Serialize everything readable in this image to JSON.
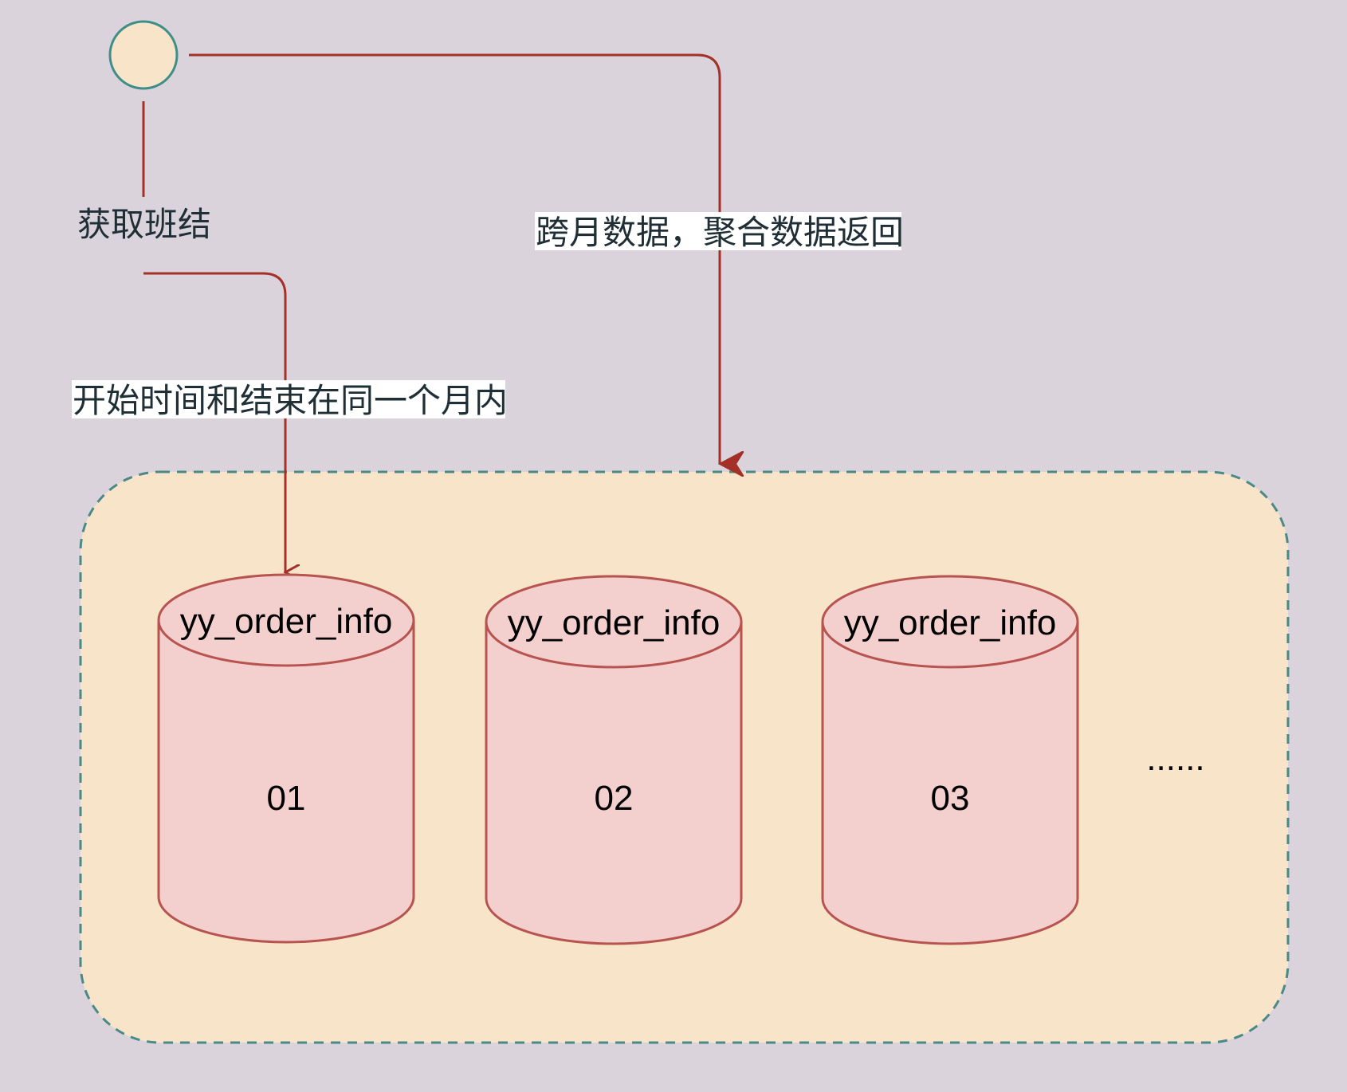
{
  "nodes": {
    "start_label": "获取班结",
    "edge_same_month": "开始时间和结束在同一个月内",
    "edge_cross_month": "跨月数据，聚合数据返回",
    "ellipsis": "......"
  },
  "tables": [
    {
      "name": "yy_order_info",
      "suffix": "01"
    },
    {
      "name": "yy_order_info",
      "suffix": "02"
    },
    {
      "name": "yy_order_info",
      "suffix": "03"
    }
  ],
  "colors": {
    "background": "#dad3dc",
    "group_fill": "#f8e5c9",
    "group_border": "#4a8a86",
    "edge": "#a33128",
    "cylinder_fill": "#f3d0ce",
    "cylinder_border": "#b85450",
    "start_fill": "#f8e5c9",
    "start_border": "#3f8f88"
  }
}
